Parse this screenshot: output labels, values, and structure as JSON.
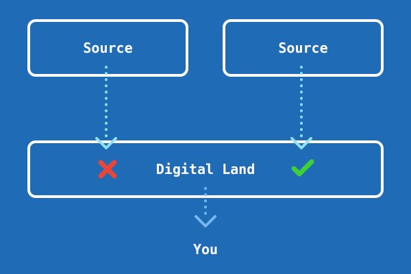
{
  "diagram": {
    "sources": [
      {
        "label": "Source"
      },
      {
        "label": "Source"
      }
    ],
    "hub": {
      "label": "Digital Land"
    },
    "output": {
      "label": "You"
    },
    "status_icons": [
      "cross-icon",
      "check-icon"
    ]
  },
  "colors": {
    "background": "#1f6bb6",
    "box_border": "#ffffff",
    "text": "#ffffff",
    "arrow_primary": "#8fe1f5",
    "arrow_secondary": "#76b9f0",
    "cross": "#e8463a",
    "check": "#3fcf37"
  }
}
